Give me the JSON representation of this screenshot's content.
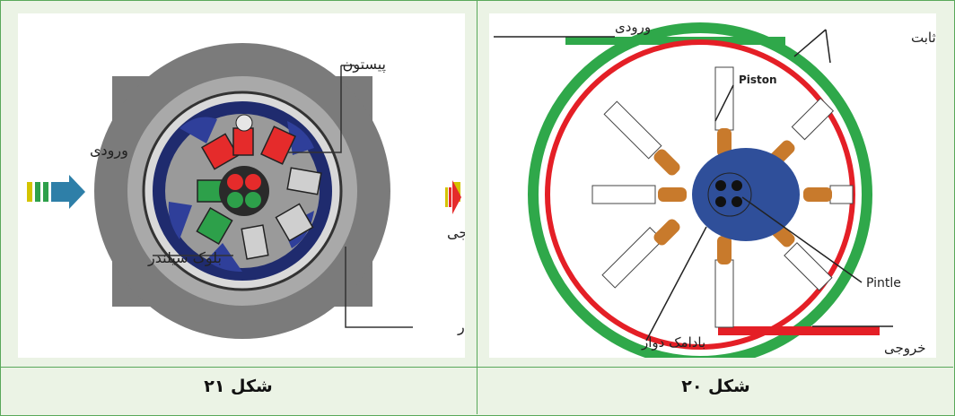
{
  "left_figure": {
    "caption": "شکل ۲۱",
    "labels": {
      "piston": "پیستون",
      "inlet": "ورودی",
      "outlet": "خروجی",
      "cylinder_block": "بلوک سیلندر",
      "rotating_ring": "حلقه دوار"
    }
  },
  "right_figure": {
    "caption": "شکل ۲۰",
    "labels": {
      "inlet": "ورودی",
      "fixed_shell": "پوسته ثابت",
      "piston": "Piston",
      "pintle": "Pintle",
      "rotating_cam": "بادامک دوار",
      "outlet": "خروجی"
    }
  },
  "colors": {
    "border": "#59a85a",
    "background": "#ebf3e5",
    "green_shell": "#2fa84a",
    "red_ring": "#e41f26",
    "blue_rotor": "#2f4f9a",
    "piston_orange": "#c87a2c",
    "housing_gray": "#7b7b7b"
  }
}
